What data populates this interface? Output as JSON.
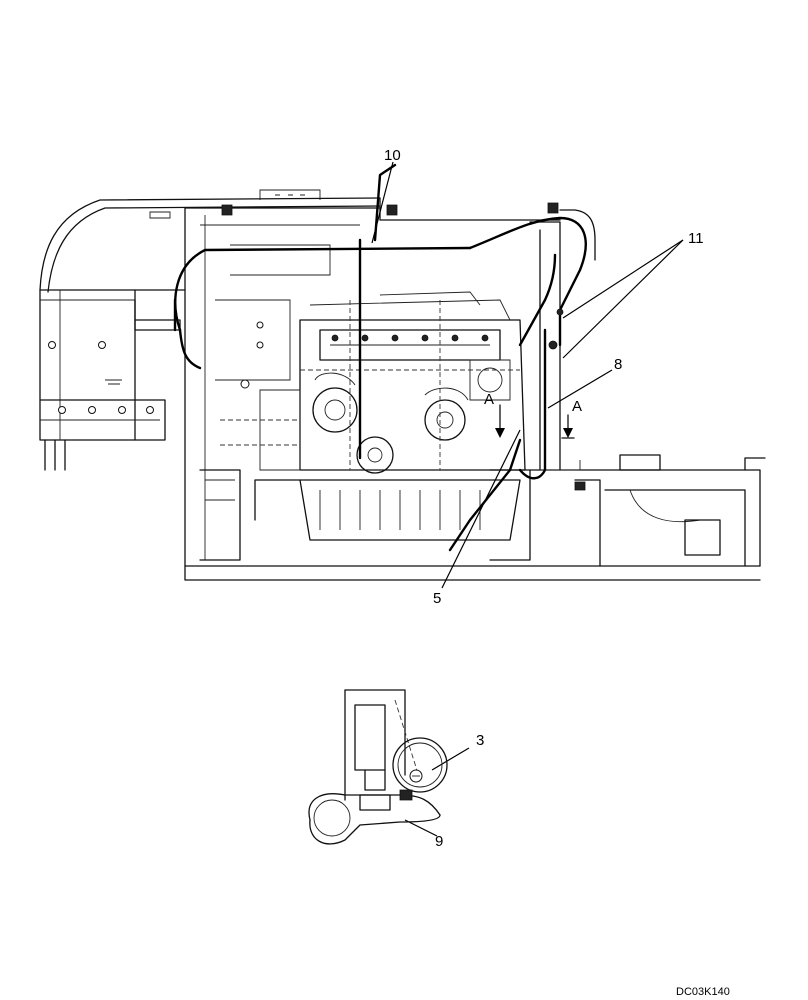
{
  "callouts": {
    "c10": "10",
    "c11": "11",
    "c8": "8",
    "cA1": "A",
    "cA2": "A",
    "c5": "5",
    "c3": "3",
    "c9": "9"
  },
  "drawing_code": "DC03K140"
}
